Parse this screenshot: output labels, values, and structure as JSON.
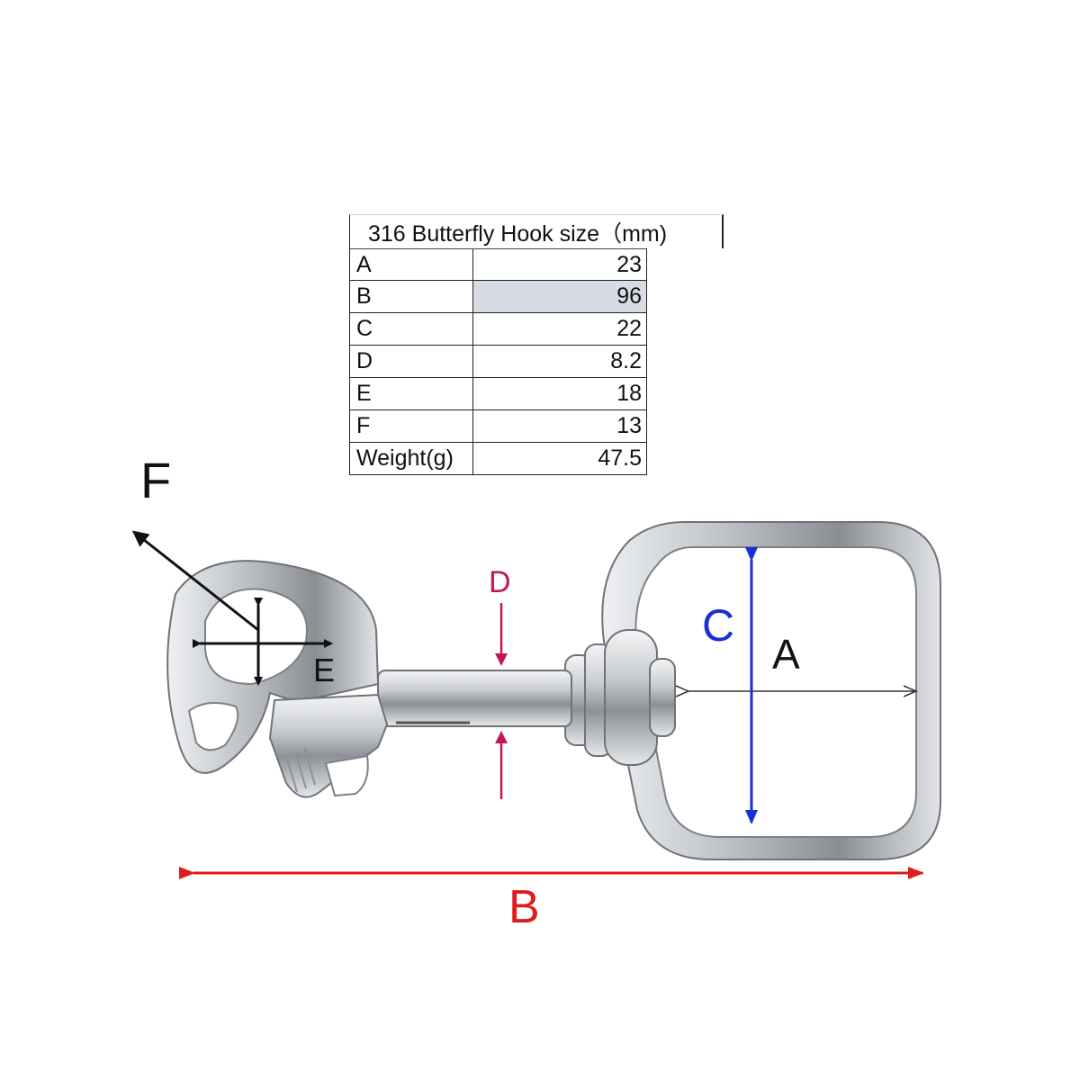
{
  "table": {
    "title": "316 Butterfly Hook size（mm)",
    "rows": [
      {
        "key": "A",
        "value": "23"
      },
      {
        "key": "B",
        "value": "96"
      },
      {
        "key": "C",
        "value": "22"
      },
      {
        "key": "D",
        "value": "8.2"
      },
      {
        "key": "E",
        "value": "18"
      },
      {
        "key": "F",
        "value": "13"
      },
      {
        "key": "Weight(g)",
        "value": "47.5"
      }
    ]
  },
  "labels": {
    "A": "A",
    "B": "B",
    "C": "C",
    "D": "D",
    "E": "E",
    "F": "F"
  },
  "colors": {
    "dimension_B": "#e01b1b",
    "dimension_C": "#1a2fd6",
    "dimension_D": "#c2185b",
    "highlight_cell": "#d7dbe5",
    "metal": "#c9ccd0"
  }
}
